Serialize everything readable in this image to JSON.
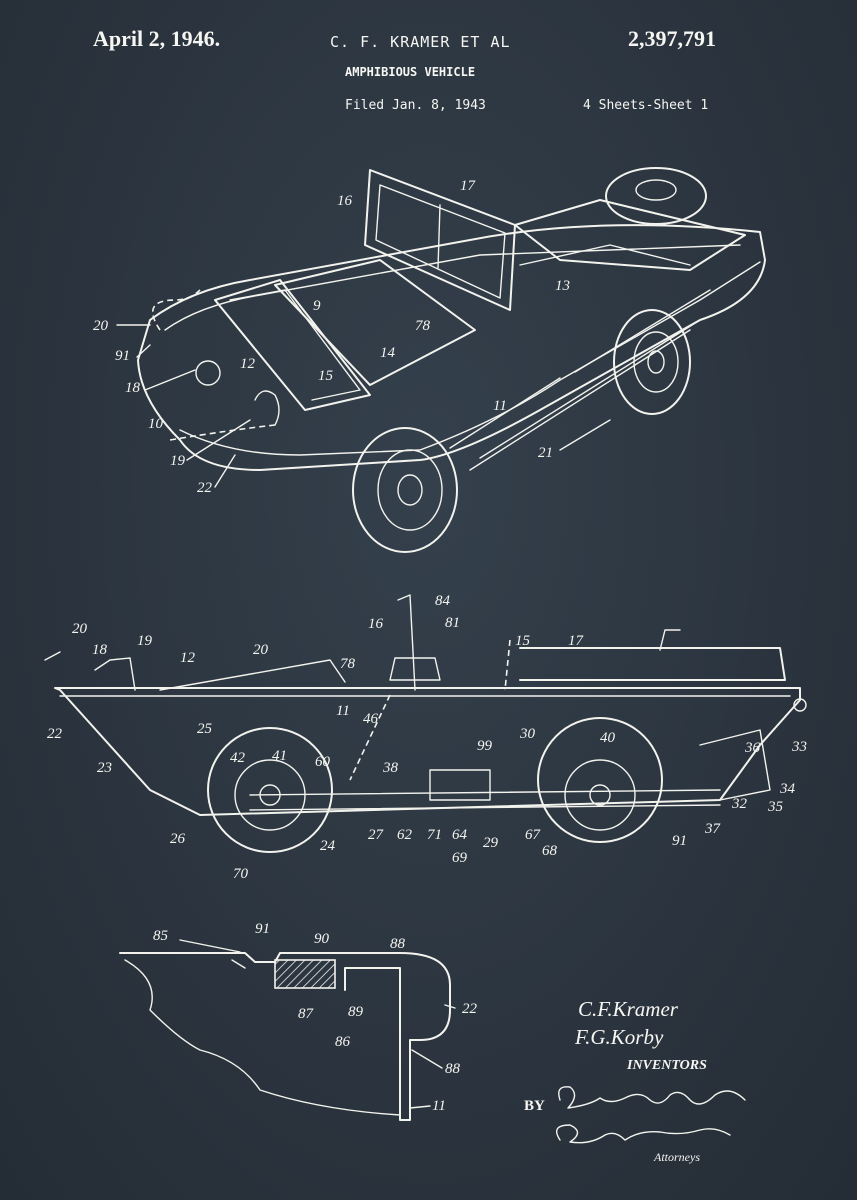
{
  "header": {
    "date": "April 2, 1946.",
    "inventors": "C. F. KRAMER ET AL",
    "patent_number": "2,397,791",
    "title": "AMPHIBIOUS VEHICLE",
    "filed": "Filed Jan. 8, 1943",
    "sheets": "4 Sheets-Sheet 1"
  },
  "signature_block": {
    "inventor_1": "C.F.Kramer",
    "inventor_2": "F.G.Korby",
    "inventors_label": "INVENTORS",
    "by": "BY",
    "attorneys": "Attorneys"
  },
  "figure_1_refs": [
    "16",
    "17",
    "13",
    "20",
    "9",
    "78",
    "91",
    "12",
    "14",
    "15",
    "18",
    "10",
    "11",
    "19",
    "22",
    "21"
  ],
  "figure_2_refs": [
    "84",
    "16",
    "81",
    "15",
    "17",
    "20",
    "19",
    "18",
    "12",
    "20",
    "78",
    "11",
    "46",
    "25",
    "30",
    "40",
    "42",
    "41",
    "60",
    "38",
    "99",
    "36",
    "33",
    "22",
    "23",
    "26",
    "24",
    "27",
    "62",
    "71",
    "64",
    "69",
    "29",
    "67",
    "68",
    "91",
    "37",
    "32",
    "35",
    "34",
    "70"
  ],
  "figure_3_refs": [
    "85",
    "91",
    "90",
    "88",
    "87",
    "89",
    "86",
    "22",
    "88",
    "11"
  ],
  "colors": {
    "background": "#2c3540",
    "ink": "#f4f4f0"
  }
}
